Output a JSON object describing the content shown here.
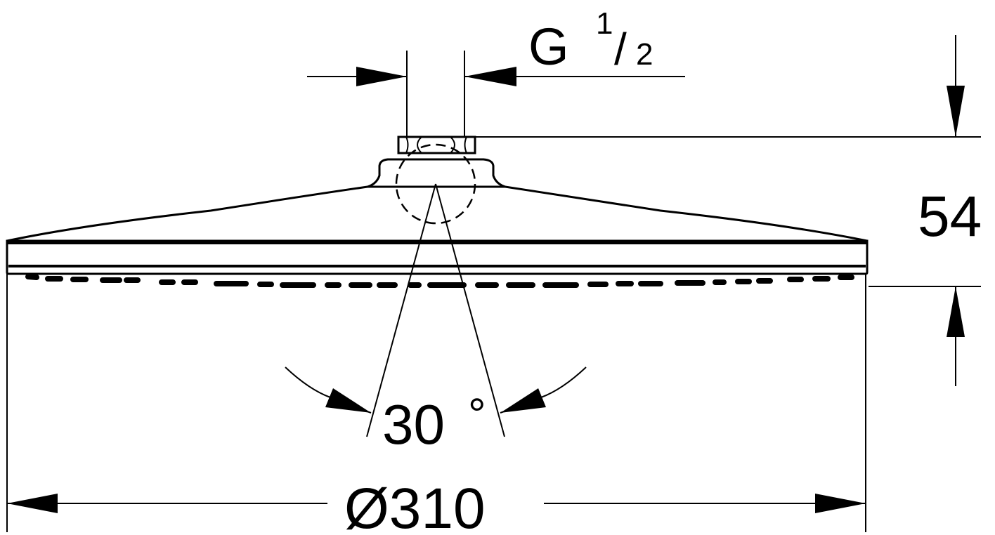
{
  "drawing": {
    "thread_letter": "G",
    "thread_numerator": "1",
    "thread_slash": "/",
    "thread_denominator": "2",
    "height_dim": "54",
    "angle_dim": "30",
    "angle_unit": "°",
    "diameter_dim": "Ø310",
    "line_color": "#000000",
    "background_color": "#ffffff"
  }
}
